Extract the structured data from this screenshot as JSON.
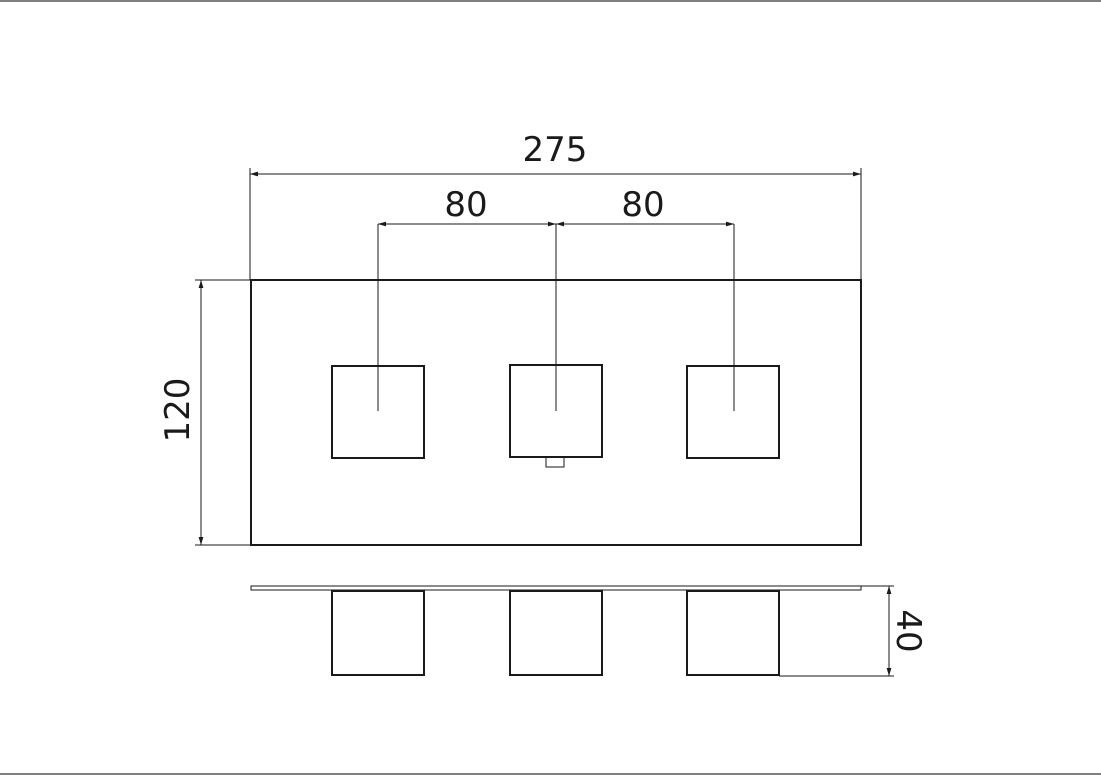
{
  "dimensions": {
    "overall_width": "275",
    "spacing_left": "80",
    "spacing_right": "80",
    "plate_height": "120",
    "depth": "40"
  }
}
